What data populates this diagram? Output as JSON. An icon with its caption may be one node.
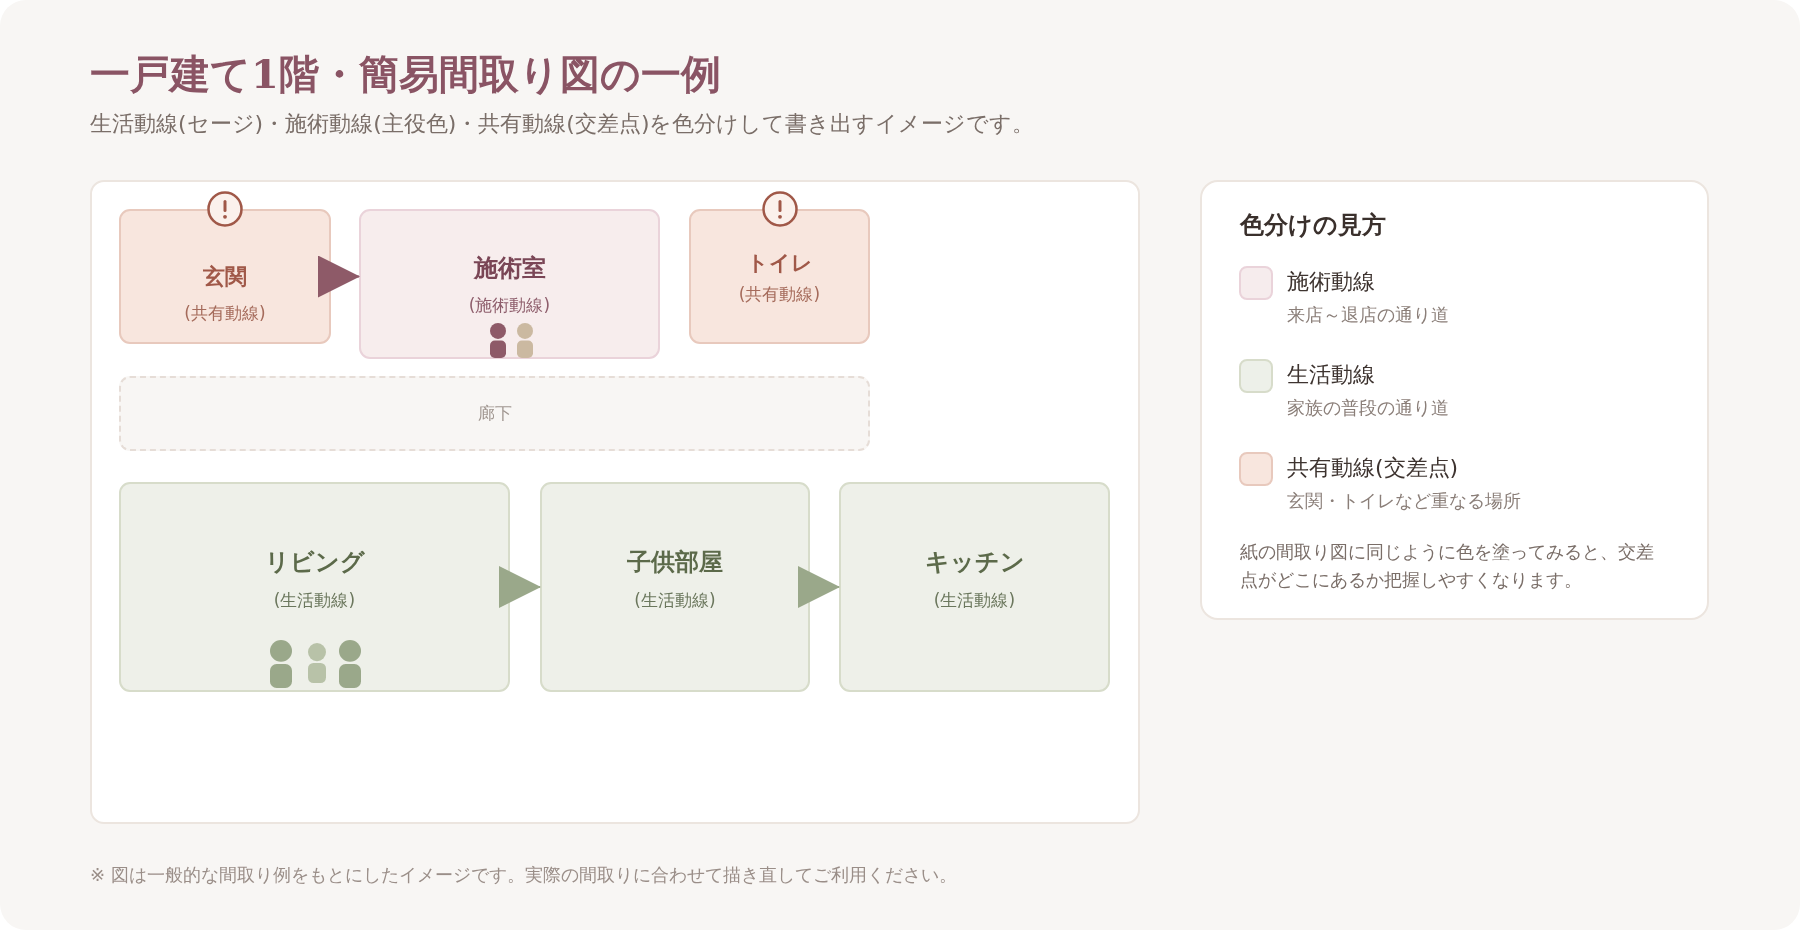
{
  "diagram": {
    "title": "一戸建て1階・簡易間取り図の一例",
    "nodes": [
      {
        "text": [
          "玄関",
          "(共有動線)"
        ]
      },
      {
        "text": [
          "施術室",
          "(施術動線)"
        ]
      },
      {
        "text": [
          "トイレ",
          "(共有動線)"
        ]
      },
      {
        "text": [
          "廊下"
        ]
      },
      {
        "text": [
          "リビング",
          "(生活動線)"
        ]
      },
      {
        "text": [
          "子供部屋",
          "(生活動線)"
        ]
      },
      {
        "text": [
          "キッチン",
          "(生活動線)"
        ]
      }
    ],
    "edges": [
      {
        "from": 0,
        "to": 1,
        "arrow": "to",
        "color": "#8e5a68"
      },
      {
        "from": 4,
        "to": 5,
        "arrow": "to"
      },
      {
        "from": 5,
        "to": 6,
        "arrow": "to"
      }
    ],
    "labels": [
      "生活動線(セージ)・施術動線(主役色)・共有動線(交差点)を色分けして書き出すイメージです。",
      "色分けの見方",
      "来店～退店の通り道",
      "家族の普段の通り道",
      "玄関・トイレなど重なる場所",
      "紙の間取り図に同じように色を塗ってみると、交差点がどこにあるか把握しやすくなります。",
      "※ 図は一般的な間取り例をもとにしたイメージです。実際の間取りに合わせて描き直してご利用ください。"
    ],
    "legend": [
      {
        "text": "施術動線",
        "color": "#f6eced"
      },
      {
        "text": "生活動線",
        "color": "#edf0e9"
      },
      {
        "text": "共有動線(交差点)",
        "color": "#f8e6de"
      }
    ]
  }
}
